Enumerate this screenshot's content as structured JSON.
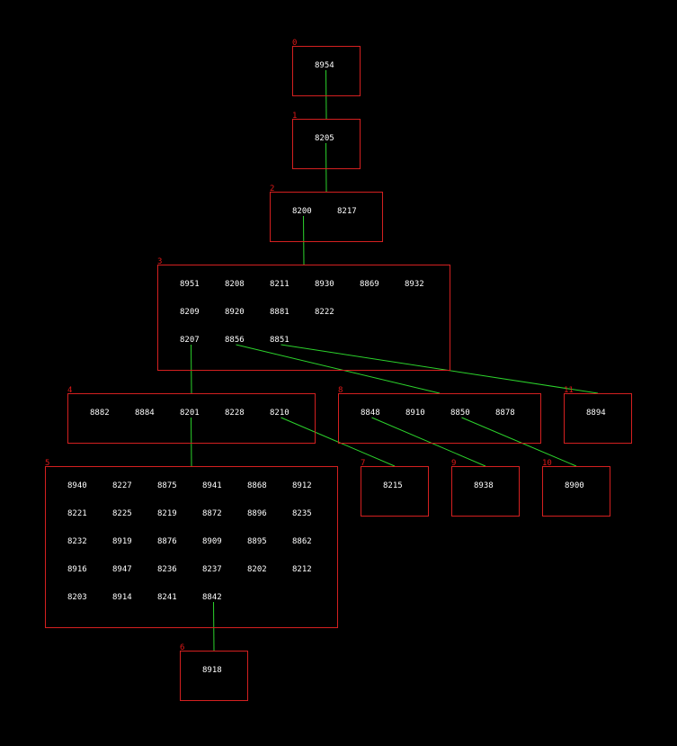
{
  "colors": {
    "background": "#000000",
    "box": "#d42020",
    "index": "#e01818",
    "label": "#ffffff",
    "edge": "#2cd22c"
  },
  "nodes": [
    {
      "index": "0",
      "rows": [
        [
          "8954"
        ]
      ]
    },
    {
      "index": "1",
      "rows": [
        [
          "8205"
        ]
      ]
    },
    {
      "index": "2",
      "rows": [
        [
          "8200",
          "8217"
        ]
      ]
    },
    {
      "index": "3",
      "rows": [
        [
          "8951",
          "8208",
          "8211",
          "8930",
          "8869",
          "8932"
        ],
        [
          "8209",
          "8920",
          "8881",
          "8222"
        ],
        [
          "8207",
          "8856",
          "8851"
        ]
      ]
    },
    {
      "index": "4",
      "rows": [
        [
          "8882",
          "8884",
          "8201",
          "8228",
          "8210"
        ]
      ]
    },
    {
      "index": "5",
      "rows": [
        [
          "8940",
          "8227",
          "8875",
          "8941",
          "8868",
          "8912"
        ],
        [
          "8221",
          "8225",
          "8219",
          "8872",
          "8896",
          "8235"
        ],
        [
          "8232",
          "8919",
          "8876",
          "8909",
          "8895",
          "8862"
        ],
        [
          "8916",
          "8947",
          "8236",
          "8237",
          "8202",
          "8212"
        ],
        [
          "8203",
          "8914",
          "8241",
          "8842"
        ]
      ]
    },
    {
      "index": "6",
      "rows": [
        [
          "8918"
        ]
      ]
    },
    {
      "index": "7",
      "rows": [
        [
          "8215"
        ]
      ]
    },
    {
      "index": "8",
      "rows": [
        [
          "8848",
          "8910",
          "8850",
          "8878"
        ]
      ]
    },
    {
      "index": "9",
      "rows": [
        [
          "8938"
        ]
      ]
    },
    {
      "index": "10",
      "rows": [
        [
          "8900"
        ]
      ]
    },
    {
      "index": "11",
      "rows": [
        [
          "8894"
        ]
      ]
    }
  ],
  "edges": [
    {
      "from": "8954",
      "to": "1"
    },
    {
      "from": "8205",
      "to": "2"
    },
    {
      "from": "8200",
      "to": "3"
    },
    {
      "from": "8207",
      "to": "4"
    },
    {
      "from": "8856",
      "to": "8"
    },
    {
      "from": "8851",
      "to": "11"
    },
    {
      "from": "8201",
      "to": "5"
    },
    {
      "from": "8210",
      "to": "7"
    },
    {
      "from": "8848",
      "to": "9"
    },
    {
      "from": "8850",
      "to": "10"
    },
    {
      "from": "8842",
      "to": "6"
    }
  ]
}
